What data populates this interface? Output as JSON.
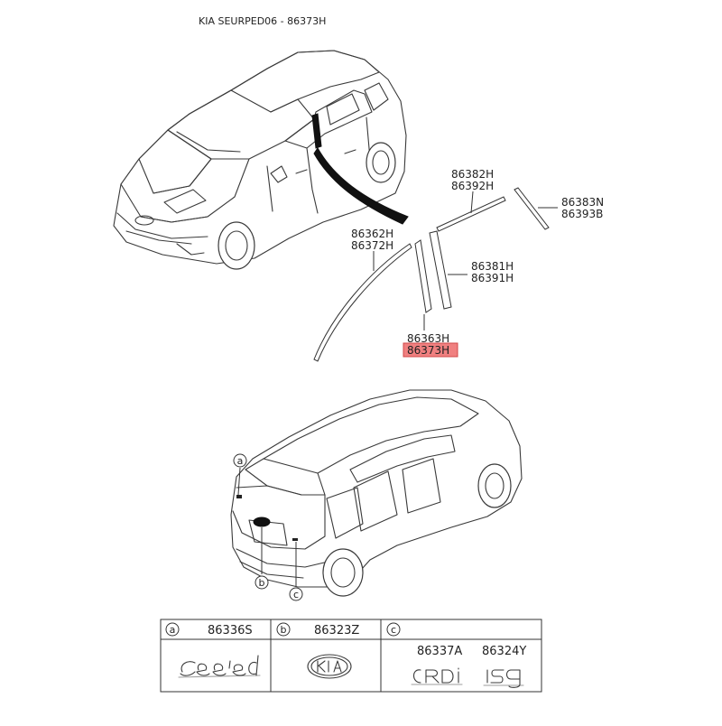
{
  "title": "KIA SEURPED06 - 86373H",
  "highlight_color": "#f08080",
  "callouts": {
    "c1": "86382H",
    "c2": "86392H",
    "c3": "86383N",
    "c4": "86393B",
    "c5": "86362H",
    "c6": "86372H",
    "c7": "86381H",
    "c8": "86391H",
    "c9": "86363H",
    "c10": "86373H"
  },
  "rear_markers": {
    "a": "a",
    "b": "b",
    "c": "c"
  },
  "table": {
    "a": {
      "letter": "a",
      "part": "86336S"
    },
    "b": {
      "letter": "b",
      "part": "86323Z"
    },
    "c": {
      "letter": "c",
      "part1": "86337A",
      "part2": "86324Y"
    }
  }
}
